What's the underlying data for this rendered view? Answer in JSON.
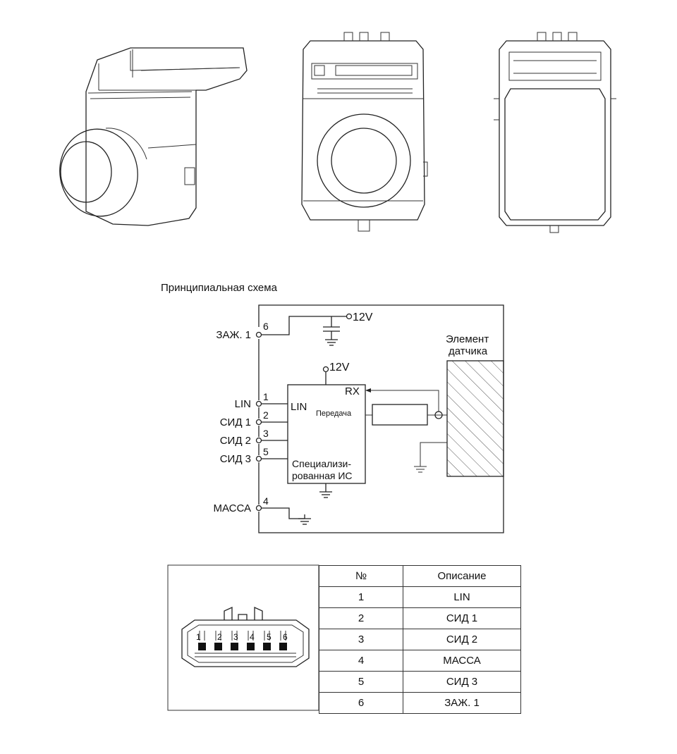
{
  "schematic": {
    "title": "Принципиальная схема",
    "supply_label": "12V",
    "pins": [
      {
        "num": "6",
        "name": "ЗАЖ. 1"
      },
      {
        "num": "1",
        "name": "LIN"
      },
      {
        "num": "2",
        "name": "СИД 1"
      },
      {
        "num": "3",
        "name": "СИД 2"
      },
      {
        "num": "5",
        "name": "СИД 3"
      },
      {
        "num": "4",
        "name": "МАССА"
      }
    ],
    "ic": {
      "lin": "LIN",
      "rx": "RX",
      "tx": "Передача",
      "name_line1": "Специализи-",
      "name_line2": "рованная ИС"
    },
    "element": {
      "line1": "Элемент",
      "line2": "датчика"
    }
  },
  "connector": {
    "pin_labels": [
      "1",
      "2",
      "3",
      "4",
      "5",
      "6"
    ]
  },
  "pin_table": {
    "headers": [
      "№",
      "Описание"
    ],
    "rows": [
      [
        "1",
        "LIN"
      ],
      [
        "2",
        "СИД 1"
      ],
      [
        "3",
        "СИД 2"
      ],
      [
        "4",
        "МАССА"
      ],
      [
        "5",
        "СИД 3"
      ],
      [
        "6",
        "ЗАЖ. 1"
      ]
    ]
  }
}
